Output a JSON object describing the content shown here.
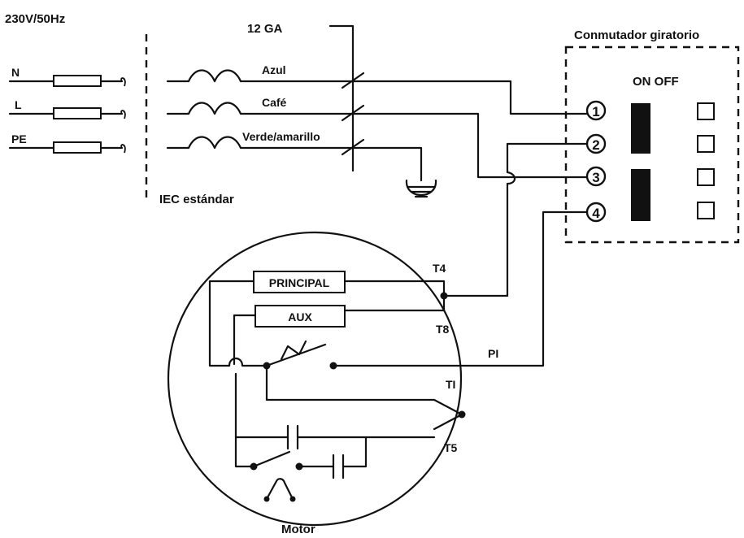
{
  "labels": {
    "supply": "230V/50Hz",
    "gauge": "12 GA",
    "switch_title": "Conmutador giratorio",
    "on_off": "ON OFF",
    "iec": "IEC estándar",
    "motor": "Motor"
  },
  "lines": [
    {
      "name": "N",
      "wire": "Azul"
    },
    {
      "name": "L",
      "wire": "Café"
    },
    {
      "name": "PE",
      "wire": "Verde/amarillo"
    }
  ],
  "switch_terminals": [
    "1",
    "2",
    "3",
    "4"
  ],
  "motor_parts": {
    "main_winding": "PRINCIPAL",
    "aux_winding": "AUX"
  },
  "motor_terminals": {
    "t4": "T4",
    "t8": "T8",
    "pi": "PI",
    "ti": "TI",
    "t5": "T5"
  }
}
